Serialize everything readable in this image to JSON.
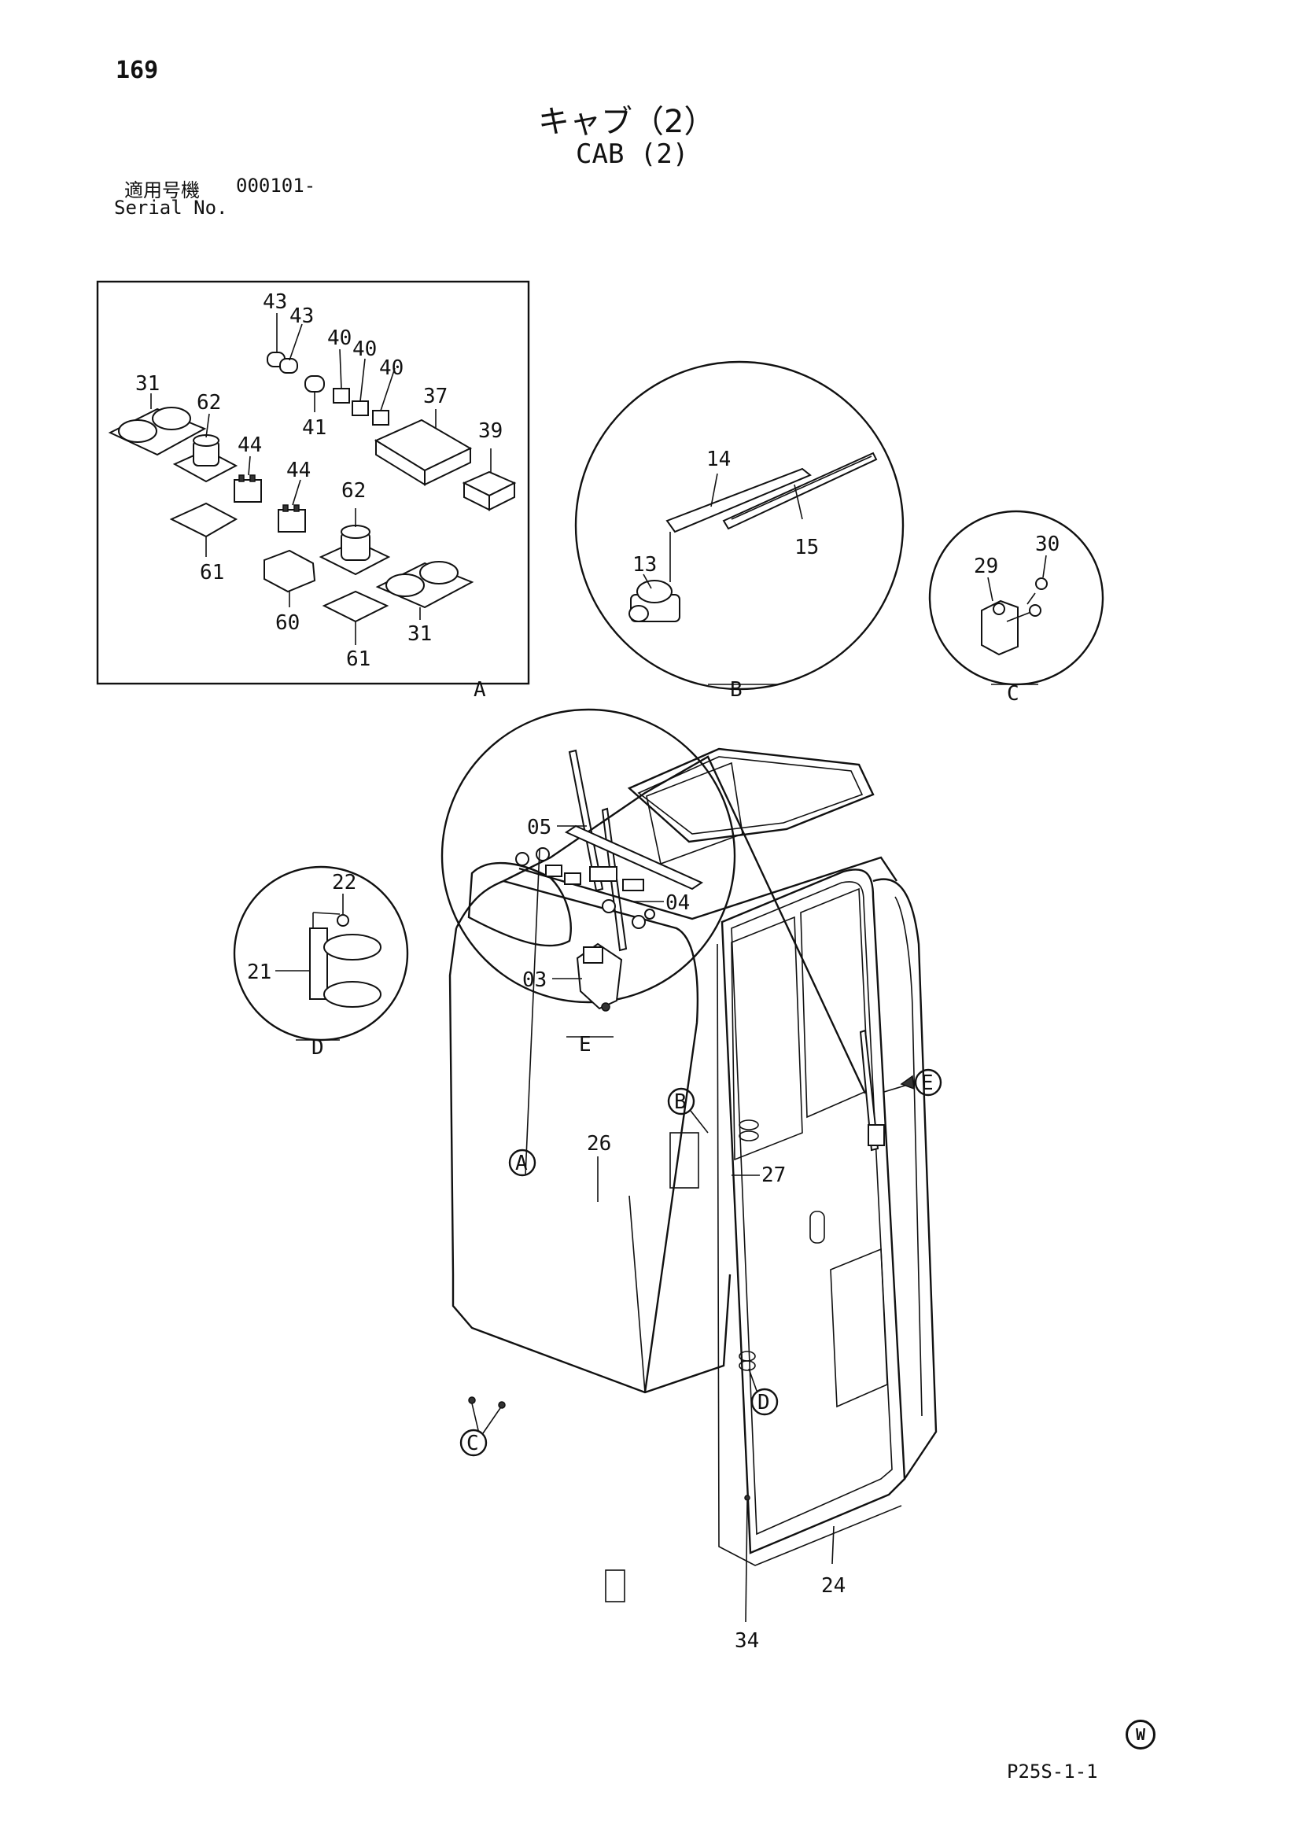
{
  "header": {
    "page_number": "169",
    "title_jp": "キャブ（2）",
    "title_en": "CAB (2)",
    "serial_label_jp": "適用号機",
    "serial_number": "000101-",
    "serial_label_en": "Serial No."
  },
  "detail_views": {
    "A": {
      "label": "A",
      "parts": [
        "43",
        "43",
        "40",
        "40",
        "40",
        "31",
        "62",
        "37",
        "39",
        "44",
        "41",
        "44",
        "62",
        "61",
        "60",
        "61",
        "31"
      ]
    },
    "B": {
      "label": "B",
      "parts": [
        "14",
        "15",
        "13"
      ]
    },
    "C": {
      "label": "C",
      "parts": [
        "30",
        "29"
      ]
    },
    "D": {
      "label": "D",
      "parts": [
        "22",
        "21"
      ]
    },
    "E": {
      "label": "E",
      "parts": [
        "05",
        "04",
        "03"
      ]
    }
  },
  "main_view": {
    "callouts": [
      "A",
      "B",
      "C",
      "D",
      "E"
    ],
    "parts": [
      "26",
      "27",
      "24",
      "34"
    ]
  },
  "footer": {
    "watermark": "W",
    "catalog_code": "P25S-1-1"
  }
}
